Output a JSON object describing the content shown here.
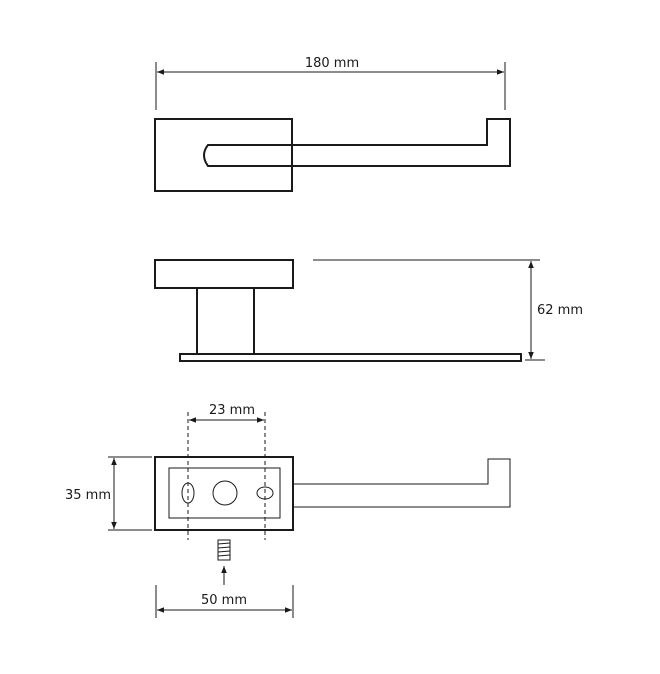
{
  "dimensions": {
    "width_label": "180 mm",
    "height_label": "62 mm",
    "hole_spacing_label": "23 mm",
    "plate_height_label": "35 mm",
    "plate_width_label": "50 mm"
  },
  "colors": {
    "line": "#1a1a1a",
    "background": "#ffffff"
  }
}
